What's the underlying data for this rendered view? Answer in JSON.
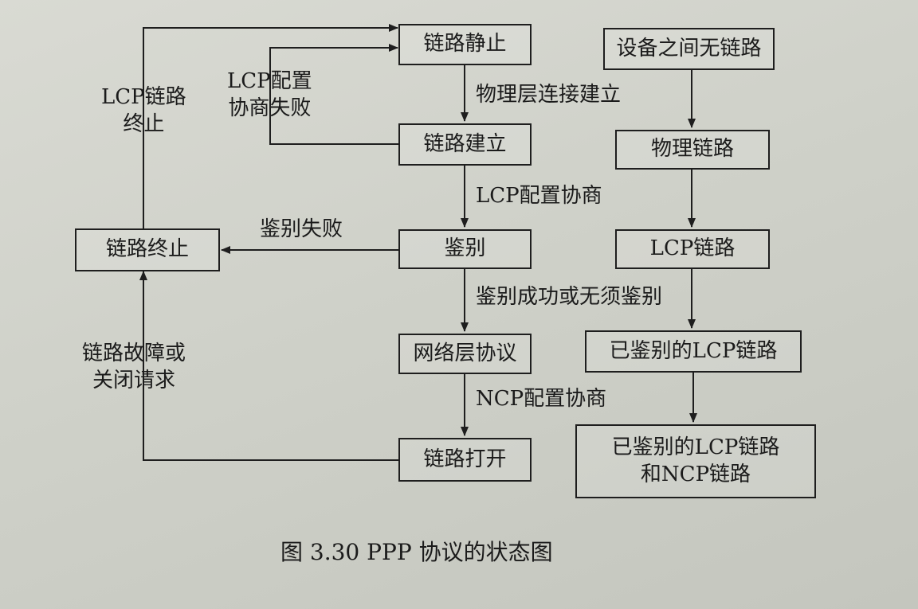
{
  "states": {
    "link_dead": "链路静止",
    "link_establish": "链路建立",
    "authenticate": "鉴别",
    "network": "网络层协议",
    "link_open": "链路打开",
    "link_terminate": "链路终止"
  },
  "link_states": {
    "no_link": "设备之间无链路",
    "physical": "物理链路",
    "lcp": "LCP链路",
    "auth_lcp": "已鉴别的LCP链路",
    "auth_lcp_ncp_line1": "已鉴别的LCP链路",
    "auth_lcp_ncp_line2": "和NCP链路"
  },
  "transitions": {
    "physical_up": "物理层连接建立",
    "lcp_negotiate": "LCP配置协商",
    "auth_fail": "鉴别失败",
    "auth_ok": "鉴别成功或无须鉴别",
    "ncp_negotiate": "NCP配置协商",
    "lcp_fail_line1": "LCP配置",
    "lcp_fail_line2": "协商失败",
    "lcp_term_line1": "LCP链路",
    "lcp_term_line2": "终止",
    "fault_line1": "链路故障或",
    "fault_line2": "关闭请求"
  },
  "caption": "图 3.30    PPP 协议的状态图"
}
